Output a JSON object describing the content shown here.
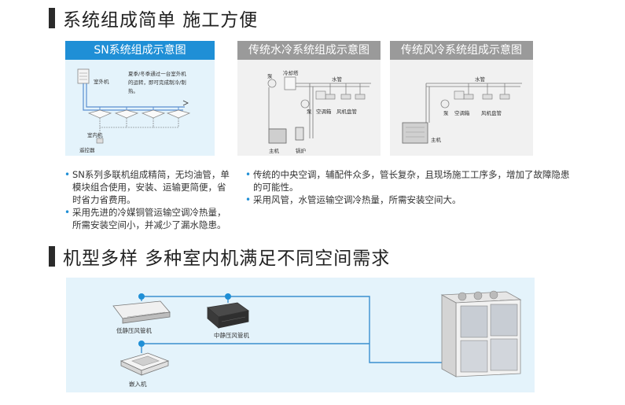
{
  "section1": {
    "title": "系统组成简单  施工方便"
  },
  "section2": {
    "title": "机型多样  多种室内机满足不同空间需求"
  },
  "panels": {
    "sn": {
      "title": "SN系统组成示意图",
      "outdoor_label": "室外机",
      "indoor_label": "室内机",
      "controller_label": "遥控器",
      "note": "夏季/冬季通过一台室外机的运转，即可完成制冷/制热。"
    },
    "water": {
      "title": "传统水冷系统组成示意图",
      "labels": {
        "pump_top": "泵",
        "cooling_tower": "冷却塔",
        "water_pipe": "水管",
        "pump_side": "泵",
        "ahu": "空调箱",
        "fcu": "风机盘管",
        "chiller": "主机",
        "boiler": "锅炉"
      }
    },
    "air": {
      "title": "传统风冷系统组成示意图",
      "labels": {
        "water_pipe": "水管",
        "pump": "泵",
        "ahu": "空调箱",
        "fcu": "风机盘管",
        "chiller": "主机"
      }
    }
  },
  "bullets_left": [
    "SN系列多联机组成精简，无均油管，单模块组合使用，安装、运输更简便，省时省力省费用。",
    "采用先进的冷媒铜管运输空调冷热量，所需安装空间小，并减少了漏水隐患。"
  ],
  "bullets_right": [
    "传统的中央空调，辅配件众多，管长复杂，且现场施工工序多，增加了故障隐患的可能性。",
    "采用风管，水管运输空调冷热量，所需安装空间大。"
  ],
  "units": [
    {
      "label": "低静压风管机"
    },
    {
      "label": "中静压风管机"
    },
    {
      "label": "嵌入机"
    }
  ],
  "colors": {
    "accent": "#1f8fd6",
    "panel_bg": "#e4f3fb",
    "gray_head": "#9a9a9a"
  }
}
